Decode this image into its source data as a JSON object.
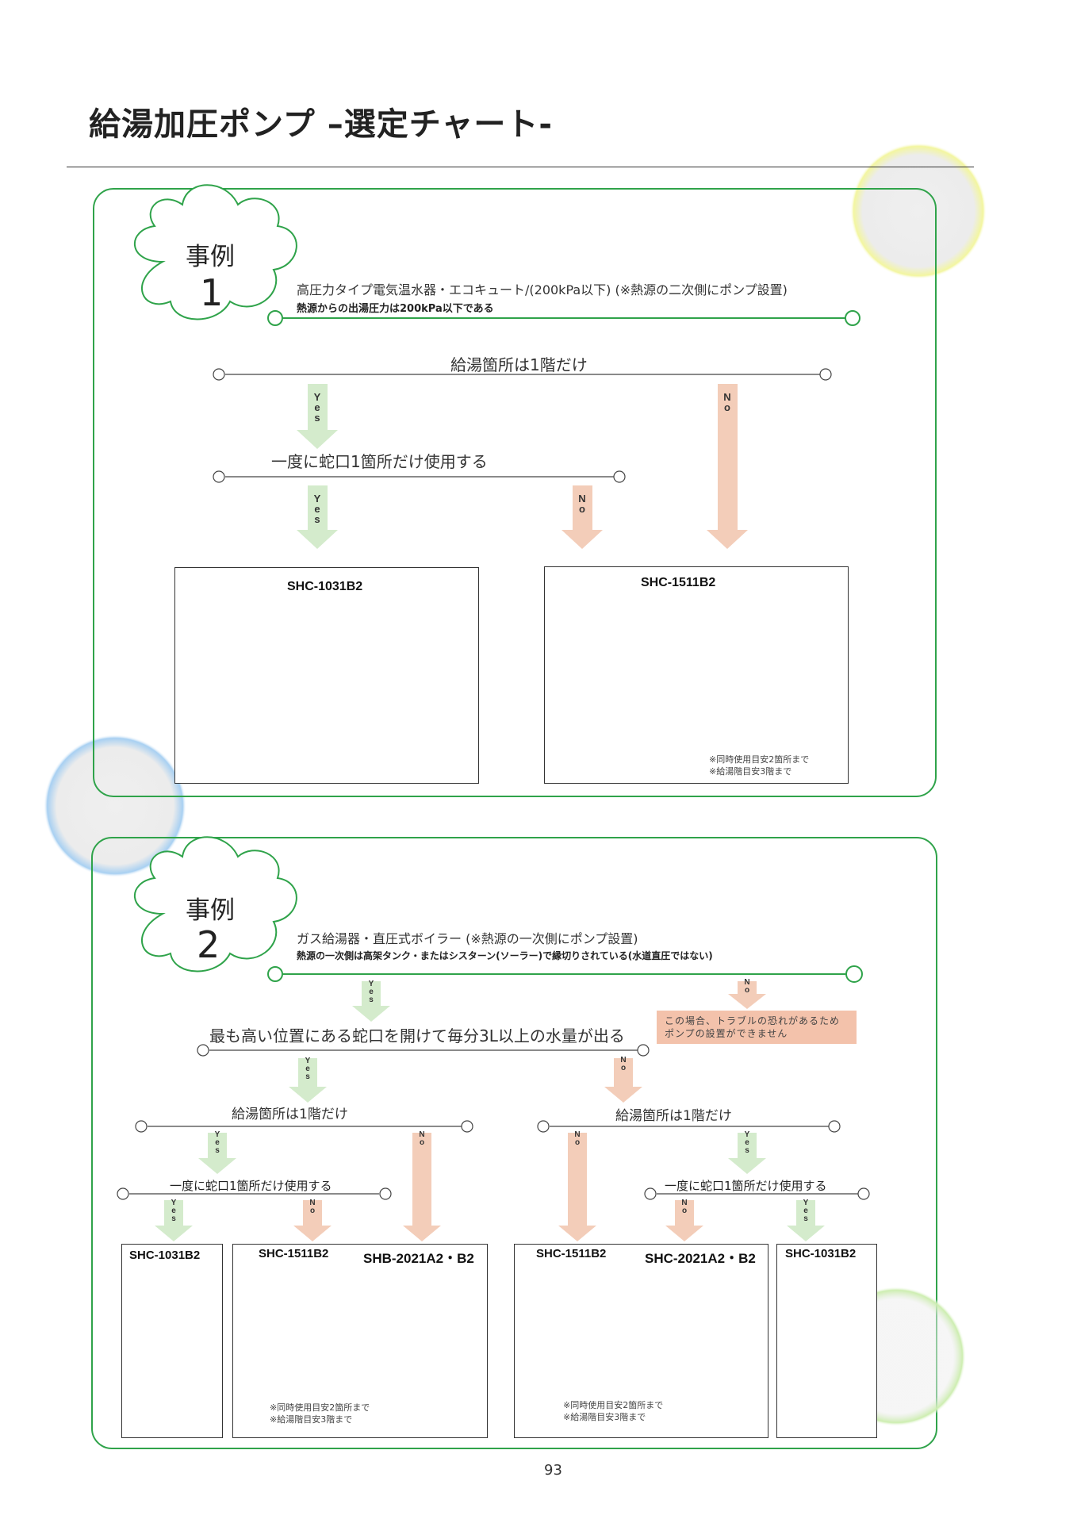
{
  "page": {
    "title": "給湯加圧ポンプ –選定チャート-",
    "page_number": "93"
  },
  "colors": {
    "panel_border": "#2fa34a",
    "yes_arrow": "#d4ebcc",
    "no_arrow": "#f3cdb9",
    "warning_bg": "#f3c2ab"
  },
  "case1": {
    "badge_line1": "事例",
    "badge_line2": "1",
    "heading": "高圧力タイプ電気温水器・エコキュート/(200kPa以下) (※熱源の二次側にポンプ設置)",
    "subheading": "熱源からの出湯圧力は200kPa以下である",
    "q1": "給湯箇所は1階だけ",
    "q2": "一度に蛇口1箇所だけ使用する",
    "product_left": "SHC-1031B2",
    "product_right": "SHC-1511B2",
    "note_right_1": "※同時使用目安2箇所まで",
    "note_right_2": "※給湯階目安3階まで"
  },
  "case2": {
    "badge_line1": "事例",
    "badge_line2": "2",
    "heading": "ガス給湯器・直圧式ボイラー (※熱源の一次側にポンプ設置)",
    "subheading": "熱源の一次側は高架タンク・またはシスターン(ソーラー)で縁切りされている(水道直圧ではない)",
    "warning_1": "この場合、トラブルの恐れがあるため",
    "warning_2": "ポンプの設置ができません",
    "q_main": "最も高い位置にある蛇口を開けて毎分3L以上の水量が出る",
    "q_left": "給湯箇所は1階だけ",
    "q_right": "給湯箇所は1階だけ",
    "q_left_sub": "一度に蛇口1箇所だけ使用する",
    "q_right_sub": "一度に蛇口1箇所だけ使用する",
    "prod_1": "SHC-1031B2",
    "prod_2": "SHC-1511B2",
    "prod_3": "SHB-2021A2・B2",
    "prod_4": "SHC-1511B2",
    "prod_5": "SHC-2021A2・B2",
    "prod_6": "SHC-1031B2",
    "note_a_1": "※同時使用目安2箇所まで",
    "note_a_2": "※給湯階目安3階まで",
    "note_b_1": "※同時使用目安2箇所まで",
    "note_b_2": "※給湯階目安3階まで"
  },
  "labels": {
    "yes": "Yes",
    "no": "No"
  }
}
